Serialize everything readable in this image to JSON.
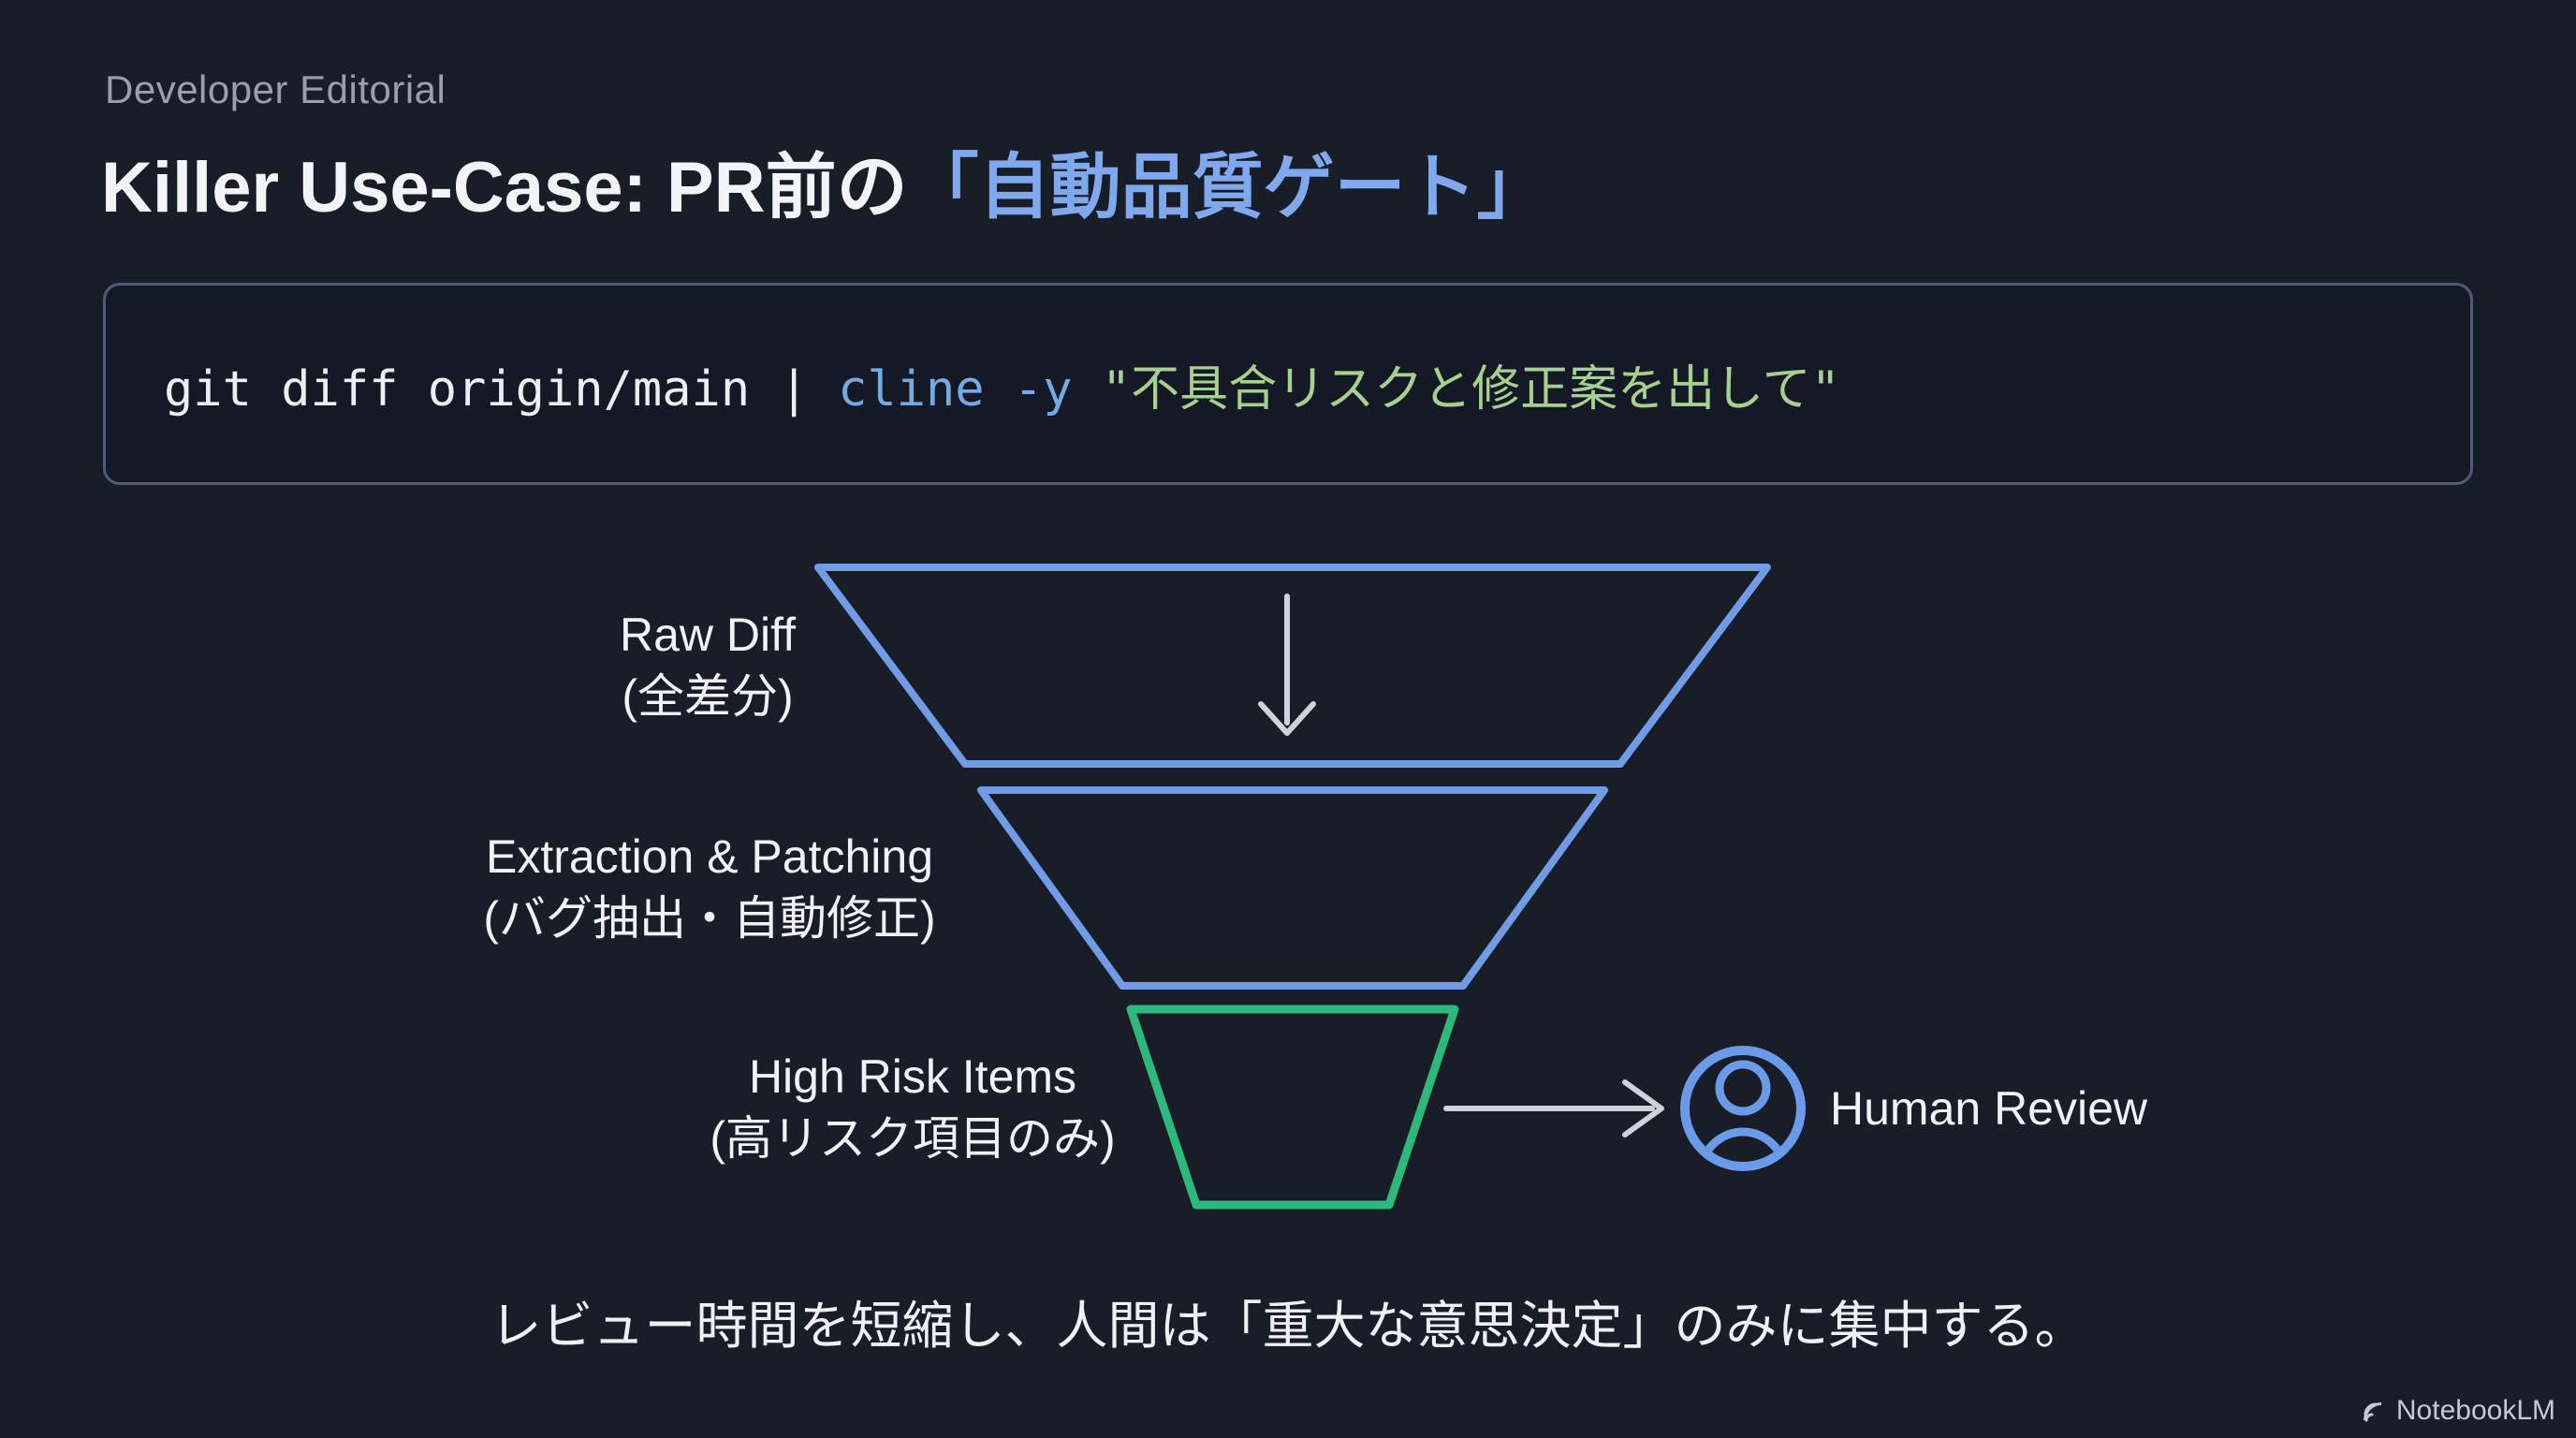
{
  "header": {
    "eyebrow": "Developer Editorial",
    "title_main": "Killer Use-Case: PR前の",
    "title_accent": "「自動品質ゲート」"
  },
  "command": {
    "prefix": "git diff origin/main | ",
    "tool": "cline -y",
    "argument": " \"不具合リスクと修正案を出して\""
  },
  "funnel": {
    "stages": [
      {
        "label_en": "Raw Diff",
        "label_ja": "(全差分)",
        "outline_color": "#6f9ce4"
      },
      {
        "label_en": "Extraction & Patching",
        "label_ja": "(バグ抽出・自動修正)",
        "outline_color": "#6f9ce4"
      },
      {
        "label_en": "High Risk Items",
        "label_ja": "(高リスク項目のみ)",
        "outline_color": "#2db87e"
      }
    ],
    "output": {
      "label": "Human Review",
      "icon": "person-circle-icon",
      "icon_color": "#6b9ae8"
    }
  },
  "summary": "レビュー時間を短縮し、人間は「重大な意思決定」のみに集中する。",
  "footer": {
    "brand": "NotebookLM",
    "icon": "notebooklm-logo-icon"
  },
  "colors": {
    "background": "#181d28",
    "title_accent_blue": "#7fa9ec",
    "funnel_blue": "#6f9ce4",
    "funnel_green": "#2db87e",
    "code_command_blue": "#74a9e2",
    "code_string_green": "#a6d08f",
    "arrow_gray": "#cfd3d9",
    "person_icon_blue": "#6b9ae8"
  }
}
